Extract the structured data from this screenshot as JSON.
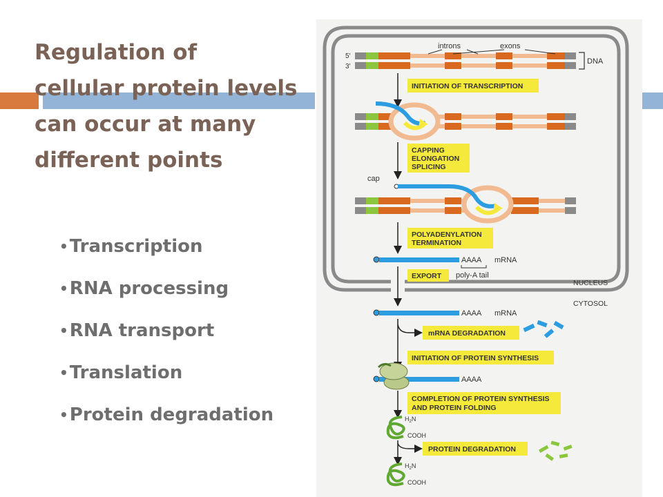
{
  "slide": {
    "title_lines": [
      "Regulation of",
      "cellular protein levels",
      "can occur at many",
      "different points"
    ],
    "bullets": [
      "Transcription",
      "RNA processing",
      "RNA transport",
      "Translation",
      "Protein degradation"
    ]
  },
  "diagram": {
    "labels": {
      "introns": "introns",
      "exons": "exons",
      "dna": "DNA",
      "five_prime": "5′",
      "three_prime": "3′",
      "cap": "cap",
      "poly_a_seq": "AAAA",
      "mrna": "mRNA",
      "poly_a_tail": "poly-A tail",
      "nucleus": "NUCLEUS",
      "cytosol": "CYTOSOL",
      "h2n": "H",
      "h2n_sub": "2",
      "h2n_n": "N",
      "cooh": "COOH"
    },
    "steps": {
      "initiation_transcription": [
        "INITIATION OF TRANSCRIPTION"
      ],
      "capping": [
        "CAPPING",
        "ELONGATION",
        "SPLICING"
      ],
      "polyadenylation": [
        "POLYADENYLATION",
        "TERMINATION"
      ],
      "export": [
        "EXPORT"
      ],
      "mrna_degradation": [
        "mRNA DEGRADATION"
      ],
      "initiation_protein": [
        "INITIATION OF PROTEIN SYNTHESIS"
      ],
      "completion": [
        "COMPLETION OF PROTEIN SYNTHESIS",
        "AND PROTEIN FOLDING"
      ],
      "protein_degradation": [
        "PROTEIN DEGRADATION"
      ]
    }
  },
  "colors": {
    "title": "#7a6356",
    "bullet_text": "#6e6e6e",
    "accent_orange": "#d87a3e",
    "accent_blue": "#93b4d6",
    "label_box": "#f5ea3c",
    "mrna_blue": "#2b9de0",
    "dna_intron": "#f2ba90",
    "dna_exon": "#d8691f",
    "dna_green": "#8cc63f",
    "dna_gray": "#8a8a8a",
    "nucleus_line": "#888888"
  }
}
